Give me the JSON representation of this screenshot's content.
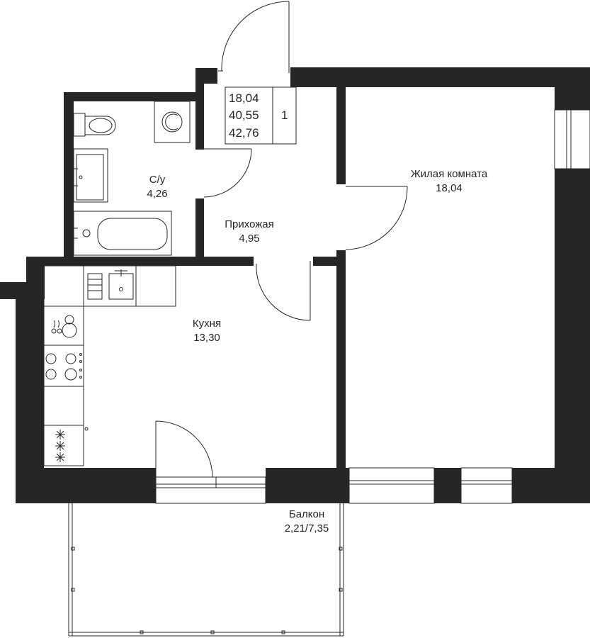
{
  "rooms": {
    "bathroom": {
      "name": "С/у",
      "area": "4,26"
    },
    "hallway": {
      "name": "Прихожая",
      "area": "4,95"
    },
    "living": {
      "name": "Жилая комната",
      "area": "18,04"
    },
    "kitchen": {
      "name": "Кухня",
      "area": "13,30"
    },
    "balcony": {
      "name": "Балкон",
      "area": "2,21/7,35"
    }
  },
  "summary": {
    "living_area": "18,04",
    "total_area": "40,55",
    "total_with_balcony": "42,76",
    "rooms_count": "1"
  }
}
